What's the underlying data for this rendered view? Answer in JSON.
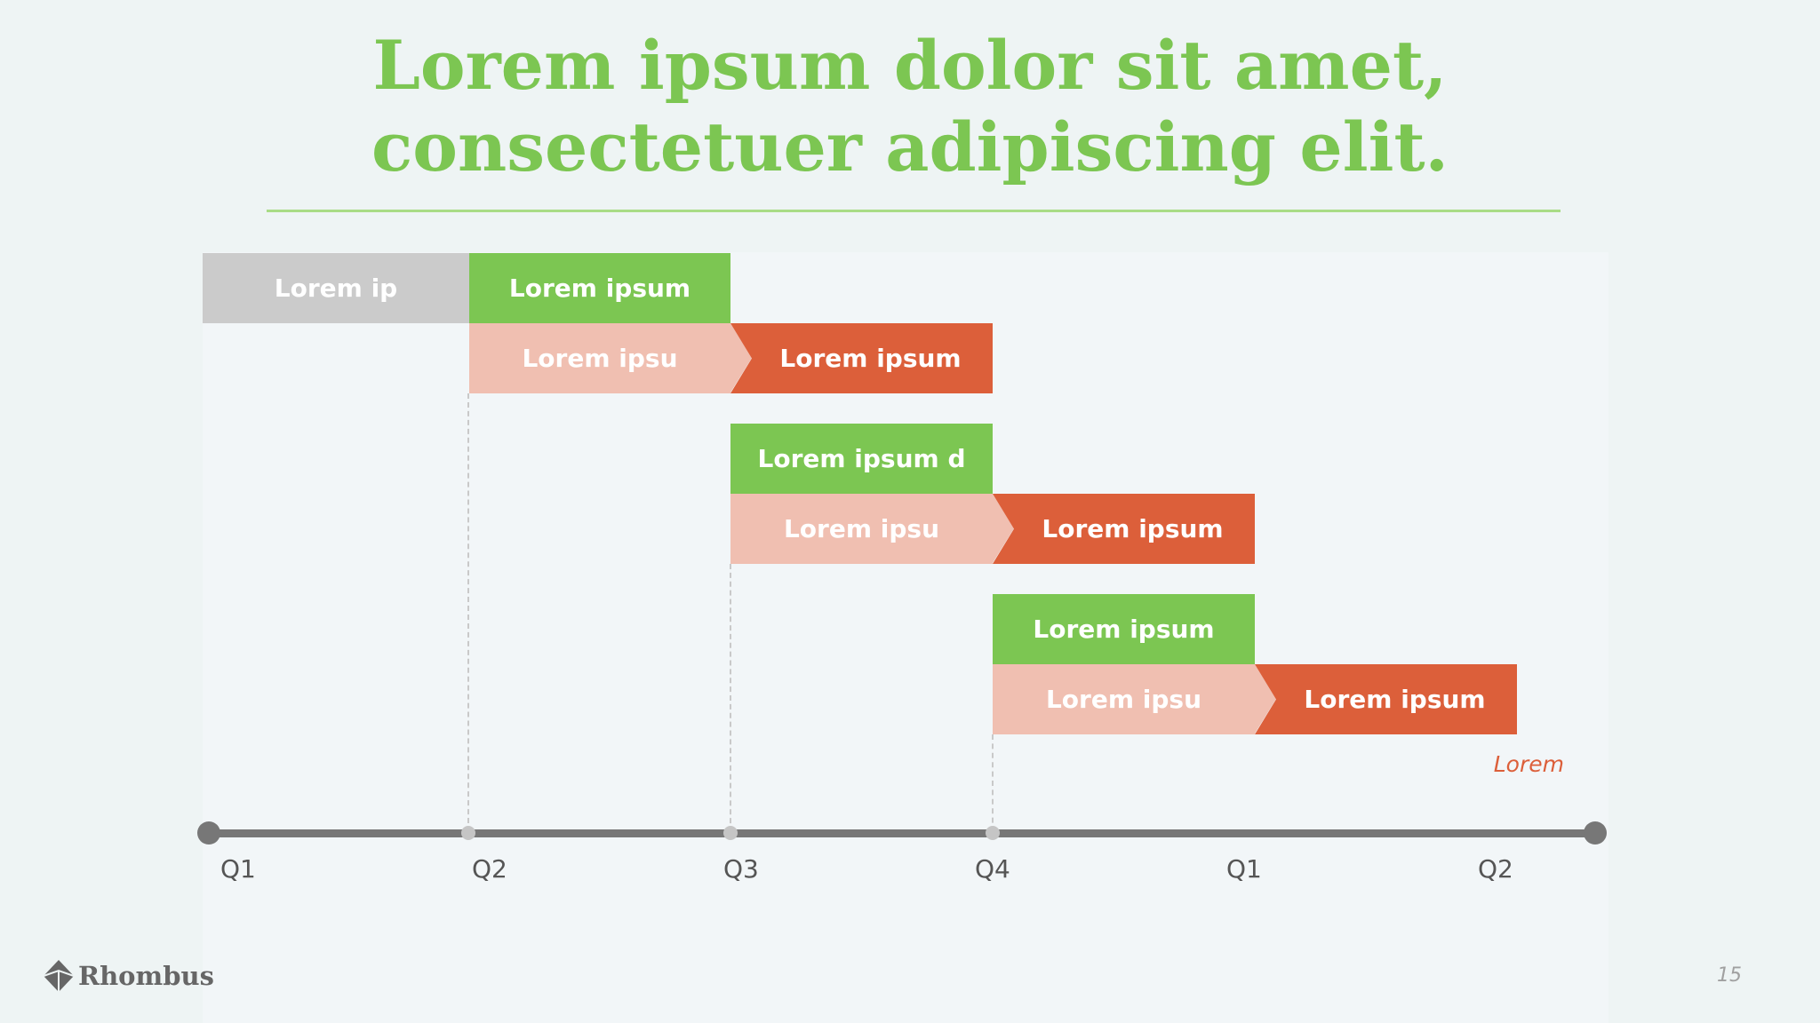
{
  "title": {
    "line1": "Lorem ipsum dolor sit amet,",
    "line2": "consectetuer adipiscing elit."
  },
  "timeline": {
    "tasks": [
      {
        "label": "Lorem ip",
        "color": "#cbcbcb",
        "start_quarter": "Q1",
        "end_quarter": "Q2"
      },
      {
        "label": "Lorem ipsum",
        "color": "#7cc652",
        "start_quarter": "Q2",
        "end_quarter": "Q3"
      },
      {
        "label": "Lorem ipsu",
        "color": "#f0bfb1",
        "start_quarter": "Q2",
        "end_quarter": "Q3"
      },
      {
        "label": "Lorem ipsum",
        "color": "#dc5f3a",
        "start_quarter": "Q3",
        "end_quarter": "Q4"
      },
      {
        "label": "Lorem ipsum d",
        "color": "#7cc652",
        "start_quarter": "Q3",
        "end_quarter": "Q4"
      },
      {
        "label": "Lorem ipsu",
        "color": "#f0bfb1",
        "start_quarter": "Q3",
        "end_quarter": "Q4"
      },
      {
        "label": "Lorem ipsum",
        "color": "#dc5f3a",
        "start_quarter": "Q4",
        "end_quarter": "Q1"
      },
      {
        "label": "Lorem ipsum",
        "color": "#7cc652",
        "start_quarter": "Q4",
        "end_quarter": "Q1"
      },
      {
        "label": "Lorem ipsu",
        "color": "#f0bfb1",
        "start_quarter": "Q4",
        "end_quarter": "Q1"
      },
      {
        "label": "Lorem ipsum",
        "color": "#dc5f3a",
        "start_quarter": "Q1",
        "end_quarter": "Q2"
      }
    ],
    "axis_labels": [
      "Q1",
      "Q2",
      "Q3",
      "Q4",
      "Q1",
      "Q2"
    ],
    "note": "Lorem"
  },
  "colors": {
    "accent_green": "#7cc652",
    "accent_orange": "#dc5f3a",
    "accent_pink": "#f0bfb1",
    "neutral_gray": "#cbcbcb"
  },
  "footer": {
    "brand": "Rhombus",
    "brand_icon": "rhombus-logo-icon",
    "page_number": "15"
  }
}
